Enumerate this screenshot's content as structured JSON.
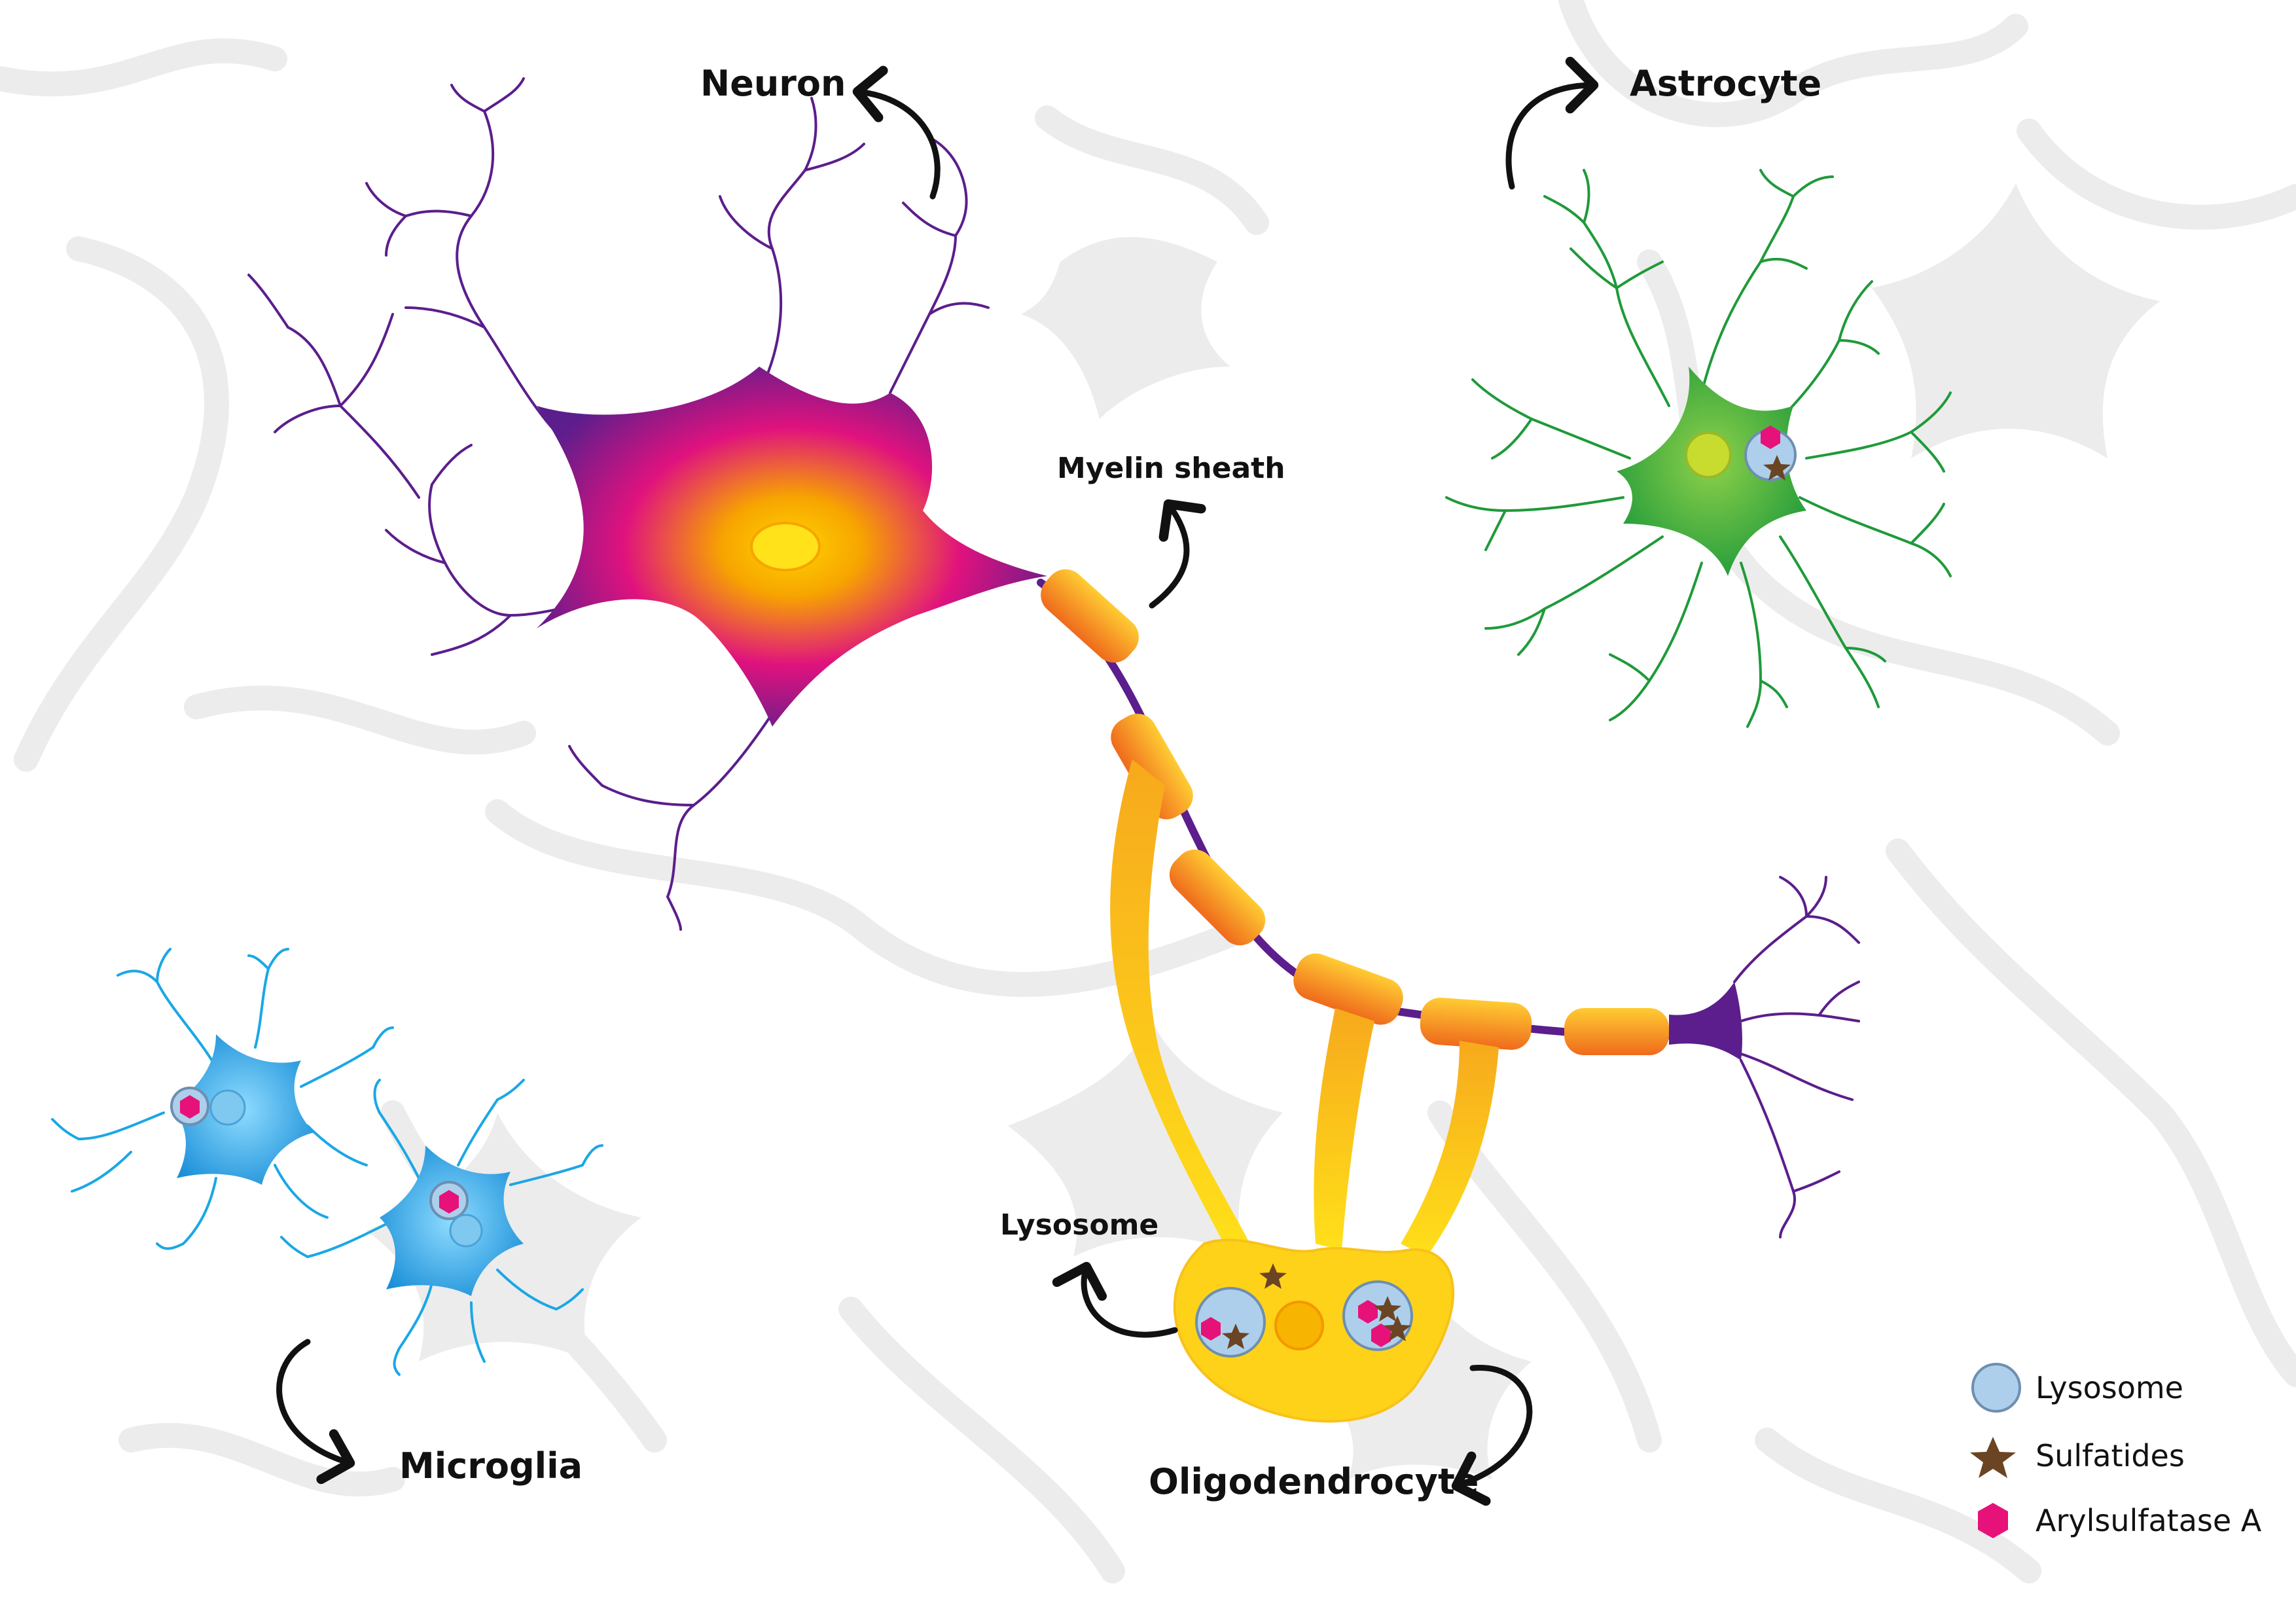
{
  "labels": {
    "neuron": "Neuron",
    "astrocyte": "Astrocyte",
    "myelin_sheath": "Myelin sheath",
    "microglia": "Microglia",
    "lysosome": "Lysosome",
    "oligodendrocyte": "Oligodendrocyte"
  },
  "legend": {
    "lysosome": "Lysosome",
    "sulfatides": "Sulfatides",
    "arylsulfatase": "Arylsulfatase A"
  },
  "colors": {
    "neuron_outer": "#5b1e8c",
    "neuron_mid": "#e0127e",
    "neuron_core": "#f7a400",
    "nucleus": "#ffe21a",
    "myelin": "#f79320",
    "axon": "#5b1e8c",
    "astrocyte": "#1f9a3a",
    "microglia": "#1aa7e6",
    "oligodendrocyte": "#ffd21a",
    "lysosome": "#aecfeb",
    "sulfatide": "#6b4423",
    "arylsulfatase": "#e6127a",
    "background_cells": "#e9e9e9"
  }
}
